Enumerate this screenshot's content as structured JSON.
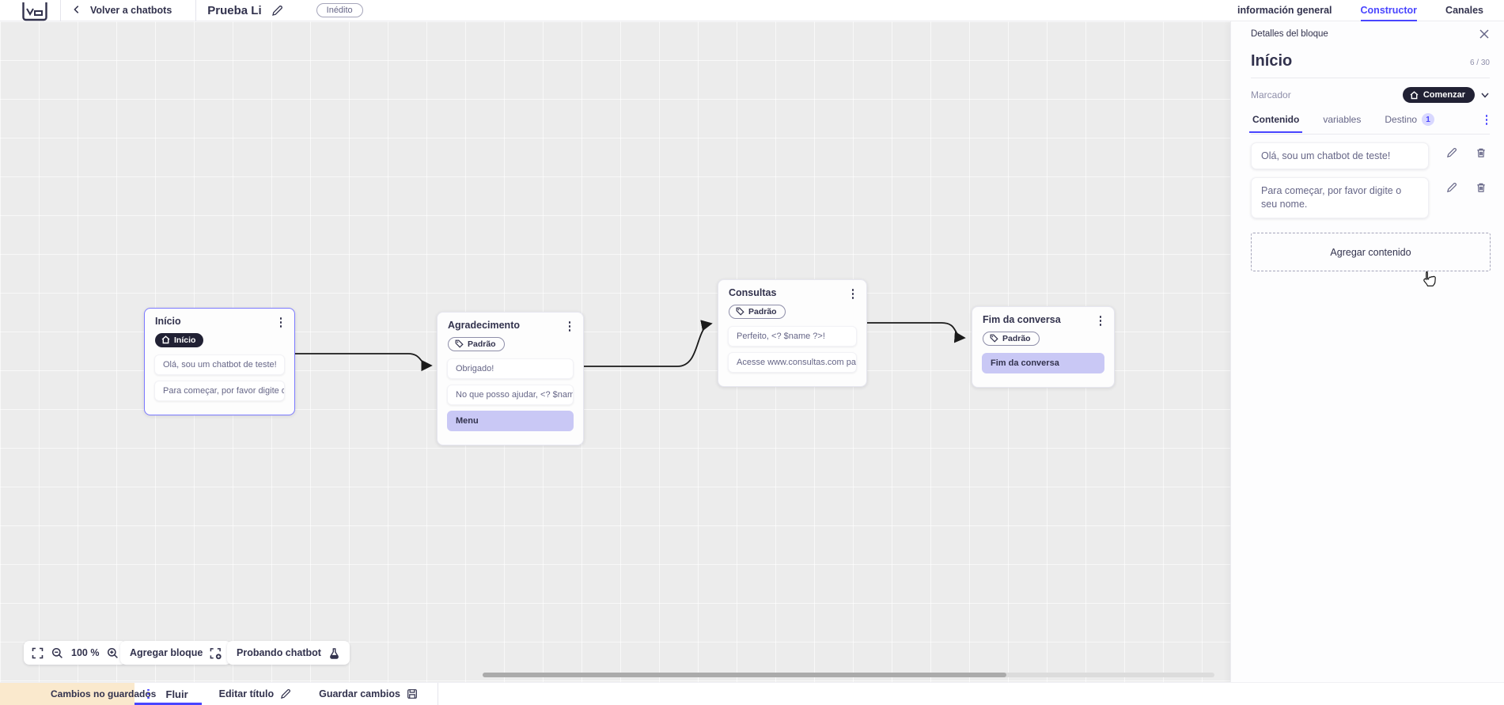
{
  "topbar": {
    "back_label": "Volver a chatbots",
    "title": "Prueba Li",
    "status_badge": "Inédito",
    "tabs": [
      {
        "label": "información general"
      },
      {
        "label": "Constructor"
      },
      {
        "label": "Canales"
      }
    ]
  },
  "panel": {
    "header": "Detalles del bloque",
    "block_name": "Início",
    "char_counter": "6 / 30",
    "marker_label": "Marcador",
    "marker_value": "Comenzar",
    "tabs": [
      {
        "label": "Contenido"
      },
      {
        "label": "variables"
      },
      {
        "label": "Destino",
        "badge": "1"
      }
    ],
    "contents": [
      {
        "text": "Olá, sou um chatbot de teste!"
      },
      {
        "text": "Para começar, por favor digite o seu nome."
      }
    ],
    "add_content_label": "Agregar contenido"
  },
  "canvas": {
    "zoom_level": "100 %",
    "add_block_label": "Agregar bloque",
    "test_label": "Probando chatbot",
    "blocks": [
      {
        "title": "Início",
        "badge_label": "Início",
        "items": [
          {
            "text": "Olá, sou um chatbot de teste!"
          },
          {
            "text": "Para começar, por favor digite o ..."
          }
        ]
      },
      {
        "title": "Agradecimento",
        "badge_label": "Padrão",
        "items": [
          {
            "text": "Obrigado!"
          },
          {
            "text": "No que posso ajudar, <? $name ..."
          },
          {
            "text": "Menu"
          }
        ]
      },
      {
        "title": "Consultas",
        "badge_label": "Padrão",
        "items": [
          {
            "text": "Perfeito, <? $name ?>!"
          },
          {
            "text": "Acesse www.consultas.com par..."
          }
        ]
      },
      {
        "title": "Fim da conversa",
        "badge_label": "Padrão",
        "items": [
          {
            "text": "Fim da conversa"
          }
        ]
      }
    ]
  },
  "bottombar": {
    "warning": "Cambios no guardados",
    "flow_tab": "Fluir",
    "edit_title_label": "Editar título",
    "save_label": "Guardar cambios"
  },
  "colors": {
    "accent": "#4945ff",
    "dark_pill": "#212134",
    "selected_border": "#7b79ff",
    "highlight_item": "#c9c8f5",
    "warning_bg": "#fae9cd",
    "warning_icon": "#e9aa13"
  }
}
